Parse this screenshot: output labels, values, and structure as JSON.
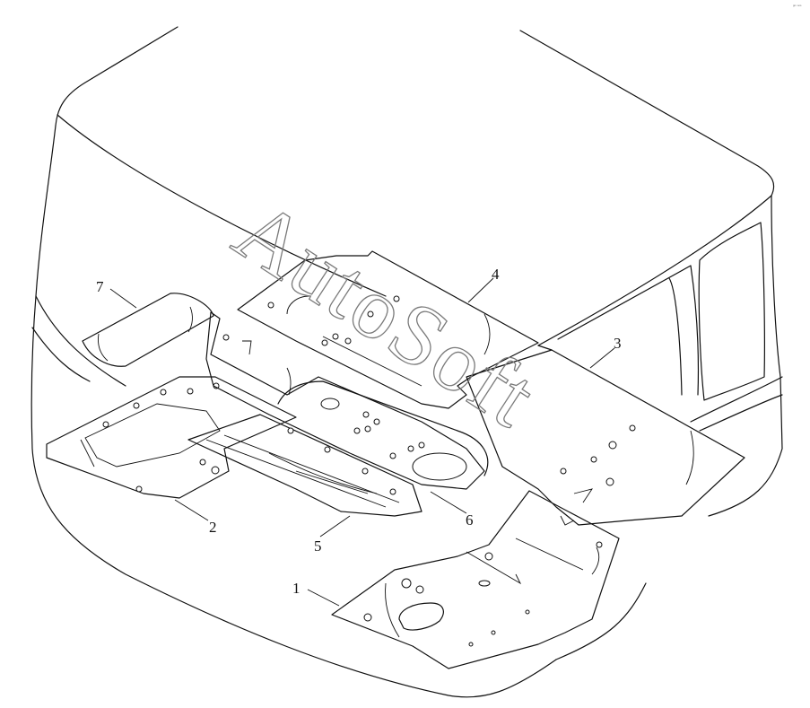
{
  "diagram": {
    "callouts": [
      {
        "id": "1",
        "label": "1"
      },
      {
        "id": "2",
        "label": "2"
      },
      {
        "id": "3",
        "label": "3"
      },
      {
        "id": "4",
        "label": "4"
      },
      {
        "id": "5",
        "label": "5"
      },
      {
        "id": "6",
        "label": "6"
      },
      {
        "id": "7",
        "label": "7"
      }
    ],
    "watermark": "AutoSoft",
    "corner_mark": "ᵍᵐ ᵒᵒᵒ",
    "colors": {
      "line": "#111111",
      "watermark": "#7a7a7a",
      "background": "#ffffff"
    }
  }
}
